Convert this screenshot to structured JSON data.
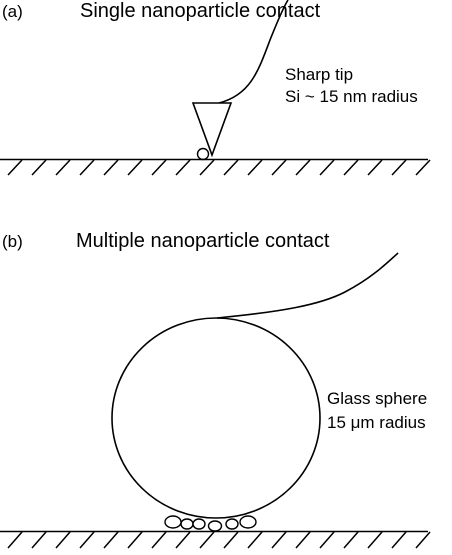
{
  "panel_a": {
    "label": "(a)",
    "title": "Single nanoparticle contact",
    "tip_text_line1": "Sharp tip",
    "tip_text_line2": "Si ~ 15 nm radius"
  },
  "panel_b": {
    "label": "(b)",
    "title": "Multiple nanoparticle contact",
    "sphere_text_line1": "Glass sphere",
    "sphere_text_line2": "15 μm radius"
  },
  "colors": {
    "stroke": "#000000",
    "background": "#ffffff"
  }
}
